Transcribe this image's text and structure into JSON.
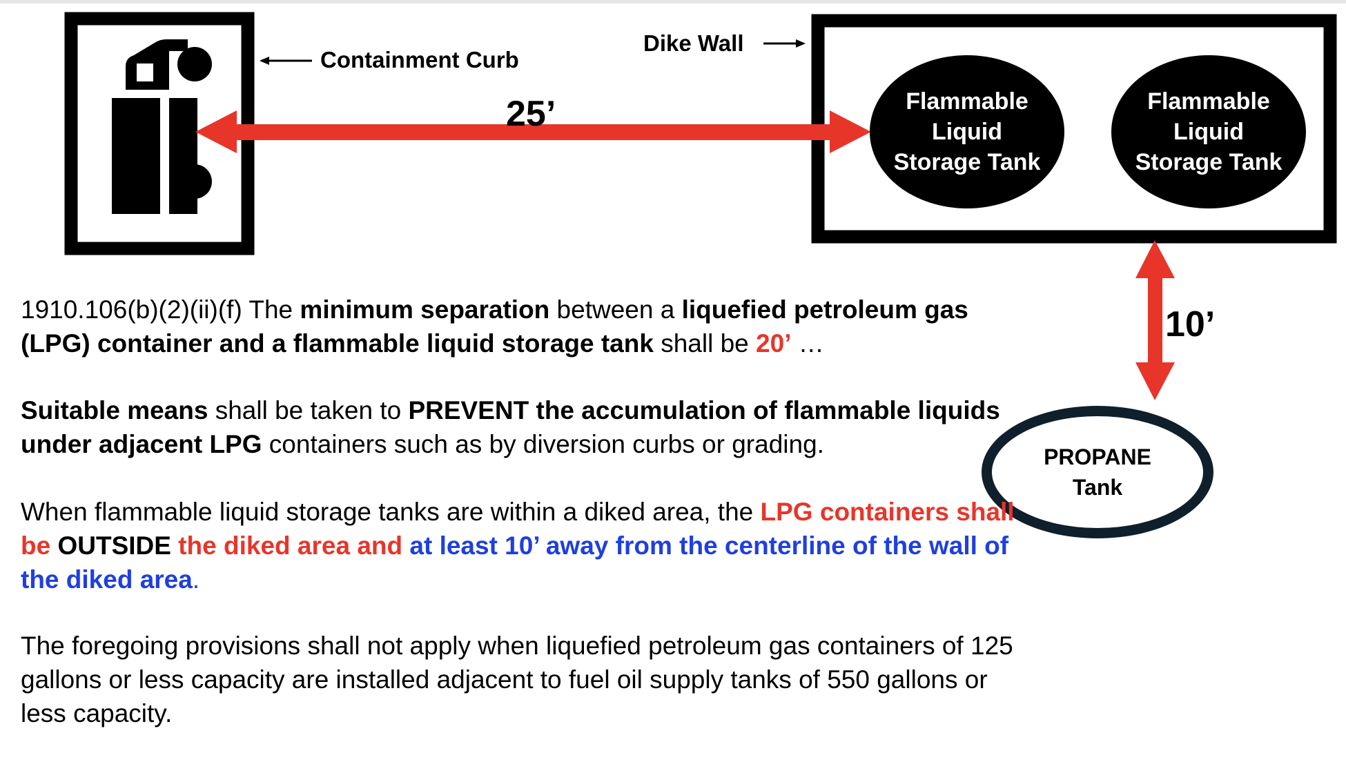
{
  "diagram": {
    "containment_curb_label": "Containment Curb",
    "dike_wall_label": "Dike Wall",
    "distance_truck_to_tank": "25’",
    "distance_dike_to_propane": "10’",
    "tank_1": {
      "line1": "Flammable",
      "line2": "Liquid",
      "line3": "Storage Tank"
    },
    "tank_2": {
      "line1": "Flammable",
      "line2": "Liquid",
      "line3": "Storage Tank"
    },
    "propane_tank": {
      "line1": "PROPANE",
      "line2": "Tank"
    },
    "colors": {
      "arrow": "#e8352a",
      "emphasis_red": "#e8352a",
      "emphasis_blue": "#1f3fe0",
      "propane_outline": "#0f1f2c"
    },
    "icons": [
      "truck-icon"
    ]
  },
  "text": {
    "p1": {
      "s1": "1910.106(b)(2)(ii)(f) The ",
      "s2": "minimum separation",
      "s3": " between a ",
      "s4": "liquefied petroleum gas (LPG) container and a flammable liquid storage tank",
      "s5": " shall be ",
      "s6": "20’",
      "s7": " …"
    },
    "p2": {
      "s1": "Suitable means",
      "s2": " shall be taken to ",
      "s3": "PREVENT the accumulation of flammable liquids under adjacent LPG",
      "s4": " containers such as by diversion curbs or grading."
    },
    "p3": {
      "s1": "When flammable liquid storage tanks are within a diked area, the ",
      "s2": "LPG containers shall be ",
      "s3": "OUTSIDE",
      "s4": " the diked area and ",
      "s5": "at least 10’ away from the centerline of the wall of the diked area",
      "s6": "."
    },
    "p4": {
      "s1": "The foregoing provisions shall not apply when liquefied petroleum gas containers of 125 gallons or less capacity are installed adjacent to fuel oil supply tanks of 550 gallons or less capacity."
    }
  }
}
